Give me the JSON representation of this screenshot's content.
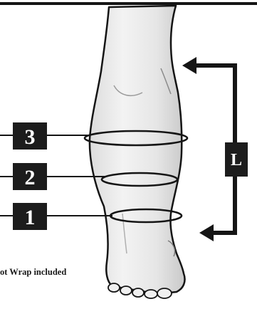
{
  "measurements": {
    "point_1": "1",
    "point_2": "2",
    "point_3": "3",
    "length": "L"
  },
  "caption": "ot Wrap included",
  "colors": {
    "skin": "#ececec",
    "outline": "#151515",
    "label_bg": "#1c1c1c",
    "label_text": "#ffffff"
  }
}
